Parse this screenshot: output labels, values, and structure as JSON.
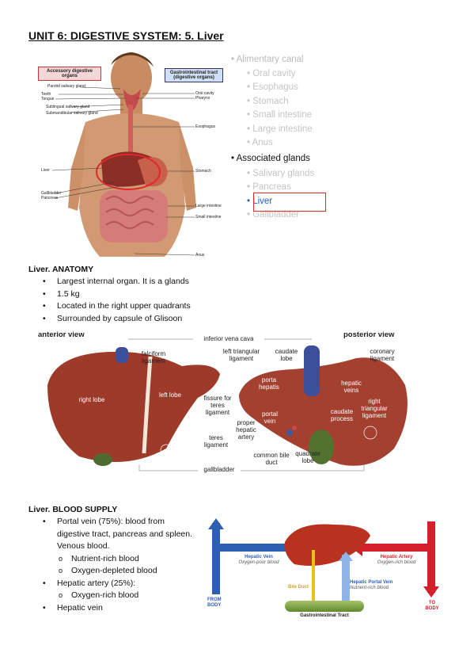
{
  "title": "UNIT 6: DIGESTIVE SYSTEM: 5. Liver",
  "fig1": {
    "box_left": "Accessory digestive organs",
    "box_right": "Gastrointestinal tract (digestive organs)",
    "labels_left": [
      "Parotid salivary gland",
      "Teeth",
      "Tongue",
      "Sublingual salivary gland",
      "Submandibular salivary gland",
      "Liver",
      "Gallbladder",
      "Pancreas"
    ],
    "labels_right": [
      "Oral cavity",
      "Pharynx",
      "Esophagus",
      "Stomach",
      "Large intestine",
      "Small intestine",
      "Anus"
    ]
  },
  "side_list": {
    "items": [
      "Alimentary canal",
      "Oral cavity",
      "Esophagus",
      "Stomach",
      "Small intestine",
      "Large intestine",
      "Anus",
      "Associated glands",
      "Salivary glands",
      "Pancreas",
      "Liver",
      "Gallbladder"
    ],
    "highlight_color": "#e2262a",
    "liver_color": "#1f5fcf"
  },
  "anatomy": {
    "heading": "Liver. ANATOMY",
    "bullets": [
      "Largest internal organ. It is a glands",
      "1.5 kg",
      "Located in the right upper quadrants",
      "Surrounded by capsule of Glisoon"
    ]
  },
  "fig2": {
    "anterior": "anterior view",
    "posterior": "posterior view",
    "ivc": "inferior vena cava",
    "falciform": "falciform ligament",
    "left_tri": "left triangular ligament",
    "caudate_lobe": "caudate lobe",
    "coronary": "coronary ligament",
    "porta": "porta hepatis",
    "hepatic_veins": "hepatic veins",
    "right_lobe": "right lobe",
    "left_lobe": "left lobe",
    "fissure": "fissure for teres ligament",
    "portal_vein": "portal vein",
    "right_tri": "right triangular ligament",
    "caudate_process": "caudate process",
    "proper": "proper hepatic artery",
    "teres": "teres ligament",
    "cbd": "common bile duct",
    "quadrate": "quadrate lobe",
    "gallbladder": "gallbladder"
  },
  "blood": {
    "heading": "Liver. BLOOD SUPPLY",
    "items": [
      {
        "text": "Portal vein (75%): blood from digestive tract, pancreas and spleen. Venous blood.",
        "subs": [
          "Nutrient-rich blood",
          "Oxygen-depleted blood"
        ]
      },
      {
        "text": "Hepatic artery (25%):",
        "subs": [
          "Oxygen-rich blood"
        ]
      },
      {
        "text": "Hepatic vein",
        "subs": []
      }
    ]
  },
  "fig3": {
    "hepatic_vein": "Hepatic Vein",
    "hepatic_vein_sub": "Oxygen-poor blood",
    "hepatic_artery": "Hepatic Artery",
    "hepatic_artery_sub": "Oxygen-rich blood",
    "bile_duct": "Bile Duct",
    "portal_vein": "Hepatic Portal Vein",
    "portal_vein_sub": "Nutrient-rich blood",
    "from_body": "FROM BODY",
    "to_body": "TO BODY",
    "gi": "Gastrointestinal Tract",
    "blue": "#2f5fb3",
    "red": "#d4202a"
  }
}
